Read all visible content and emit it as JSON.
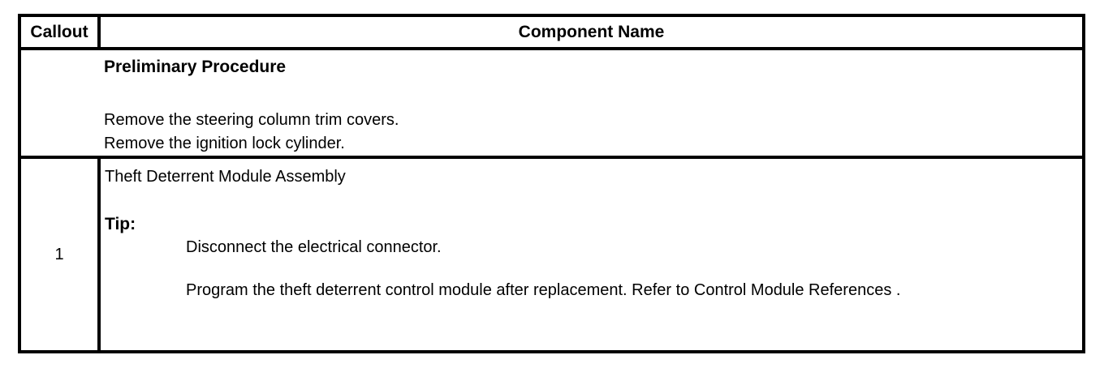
{
  "table": {
    "header": {
      "callout_label": "Callout",
      "component_label": "Component Name"
    },
    "preliminary": {
      "title": "Preliminary Procedure",
      "steps": [
        "Remove the steering column trim covers.",
        "Remove the ignition lock cylinder."
      ]
    },
    "row1": {
      "callout": "1",
      "component": "Theft Deterrent Module Assembly",
      "tip_label": "Tip:",
      "tip_line1": "Disconnect the electrical connector.",
      "tip_line2_prefix": "Program the theft deterrent control module after replacement. Refer to ",
      "tip_line2_link": "Control Module References",
      "tip_line2_suffix": " ."
    },
    "colors": {
      "border": "#000000",
      "text": "#000000",
      "background": "#ffffff"
    }
  }
}
